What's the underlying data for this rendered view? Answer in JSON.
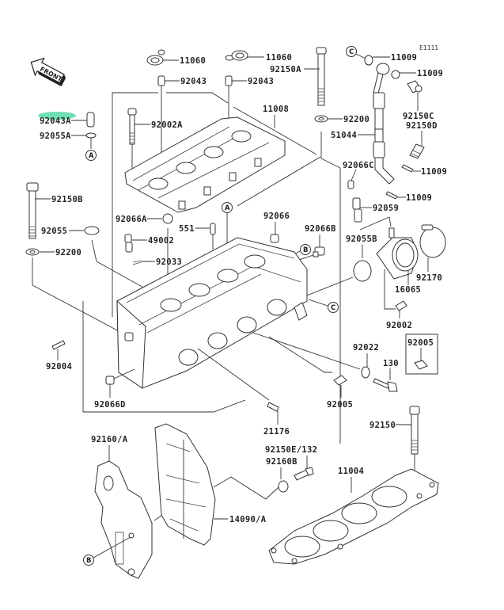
{
  "diagram": {
    "code": "E1111",
    "front_label": "FRONT",
    "highlighted_part": "92043A",
    "highlight_color": "#3fd49a",
    "ref_markers": [
      "A",
      "B",
      "C"
    ],
    "labels": {
      "p11060_l": "11060",
      "p11060_r": "11060",
      "p92043_l": "92043",
      "p92043_r": "92043",
      "p92043A": "92043A",
      "p92055A": "92055A",
      "p92002A": "92002A",
      "p11008": "11008",
      "p92150A": "92150A",
      "p92200_t": "92200",
      "p11009_1": "11009",
      "p11009_2": "11009",
      "p11009_3": "11009",
      "p11009_4": "11009",
      "p92150C": "92150C",
      "p92150D": "92150D",
      "p51044": "51044",
      "p92066C": "92066C",
      "p92059": "92059",
      "p92150B": "92150B",
      "p92055": "92055",
      "p92200_l": "92200",
      "p92066A": "92066A",
      "p551": "551",
      "p49002": "49002",
      "p92033": "92033",
      "p92066": "92066",
      "p92066B": "92066B",
      "p92055B": "92055B",
      "p92170": "92170",
      "p16065": "16065",
      "p92002": "92002",
      "p92005_box": "92005",
      "p92022": "92022",
      "p130": "130",
      "p92004": "92004",
      "p92066D": "92066D",
      "p92005": "92005",
      "p21176": "21176",
      "p92150": "92150",
      "p92160A": "92160/A",
      "p92150E": "92150E/132",
      "p92160B": "92160B",
      "p11004": "11004",
      "p14090A": "14090/A"
    }
  }
}
